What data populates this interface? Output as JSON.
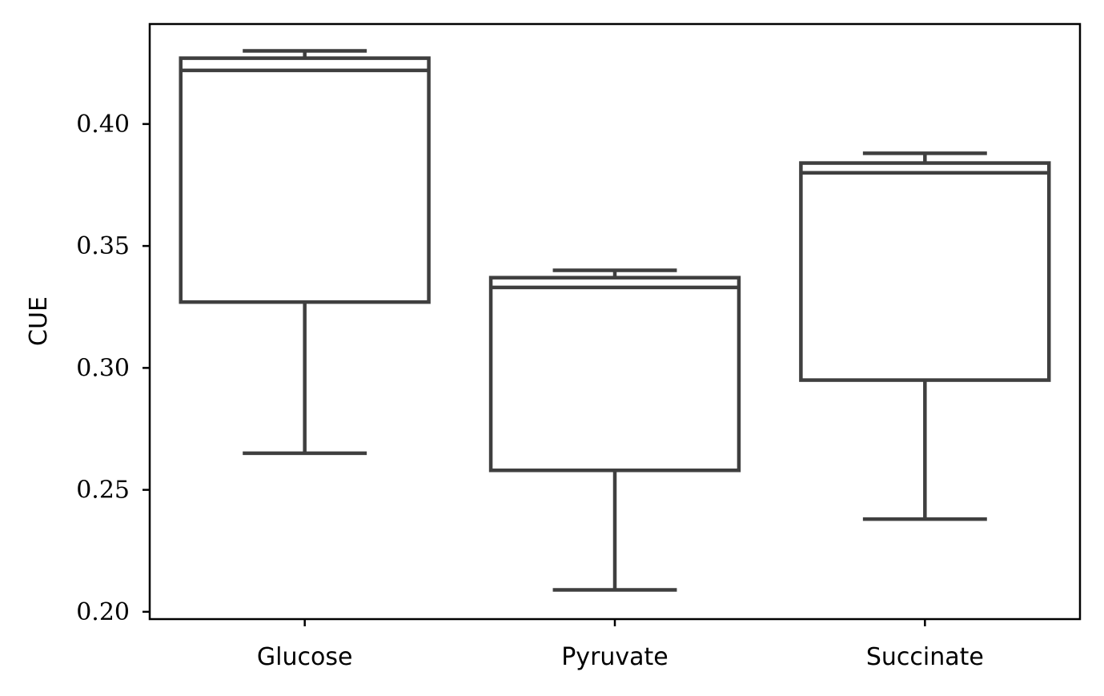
{
  "chart_data": {
    "type": "box",
    "categories": [
      "Glucose",
      "Pyruvate",
      "Succinate"
    ],
    "ylabel": "CUE",
    "xlabel": "",
    "title": "",
    "ylim": [
      0.197,
      0.441
    ],
    "yticks": [
      0.2,
      0.25,
      0.3,
      0.35,
      0.4
    ],
    "ytick_labels": [
      "0.20",
      "0.25",
      "0.30",
      "0.35",
      "0.40"
    ],
    "boxes": [
      {
        "category": "Glucose",
        "whisker_low": 0.265,
        "q1": 0.327,
        "median": 0.422,
        "q3": 0.427,
        "whisker_high": 0.43
      },
      {
        "category": "Pyruvate",
        "whisker_low": 0.209,
        "q1": 0.258,
        "median": 0.333,
        "q3": 0.337,
        "whisker_high": 0.34
      },
      {
        "category": "Succinate",
        "whisker_low": 0.238,
        "q1": 0.295,
        "median": 0.38,
        "q3": 0.384,
        "whisker_high": 0.388
      }
    ],
    "grid": false,
    "legend": "none",
    "colors": {
      "box_edge": "#3f3f3f",
      "axis": "#000000"
    }
  }
}
